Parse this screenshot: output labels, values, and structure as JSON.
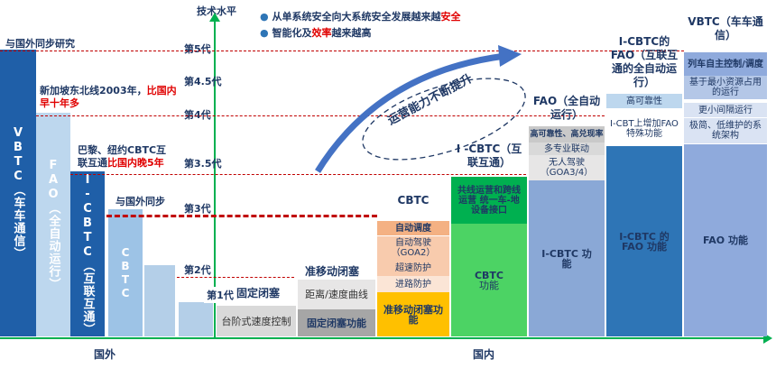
{
  "axis": {
    "y_title": "技术水平",
    "domestic": "国内",
    "foreign": "国外"
  },
  "bullets": [
    {
      "parts": [
        {
          "text": "从单系统安全向大系统安全发展越来越",
          "red": false
        },
        {
          "text": "安全",
          "red": true
        }
      ]
    },
    {
      "parts": [
        {
          "text": "智能化及",
          "red": false
        },
        {
          "text": "效率",
          "red": true
        },
        {
          "text": "越来越高",
          "red": false
        }
      ]
    }
  ],
  "tiers": [
    "第5代",
    "第4.5代",
    "第4代",
    "第3.5代",
    "第3代",
    "第2代",
    "第1代"
  ],
  "left_annotations": {
    "sync_research": "与国外同步研究",
    "singapore_prefix": "新加坡东北线2003年，",
    "singapore_red1": "比国内",
    "singapore_red2": "早十年多",
    "paris_line1": "巴黎、纽约CBTC互",
    "paris_line2_prefix": "联互通",
    "paris_line2_red": "比国内晚5年",
    "sync_foreign": "与国外同步"
  },
  "foreign_bars": {
    "vbtc": "VBTC（车车通信）",
    "fao": "FAO（全自动运行）",
    "icbtc": "I-CBTC（互联互通）",
    "cbtc": "CBTC"
  },
  "arrow_text": "运营能力不断提升",
  "columns": {
    "fixed_block": {
      "header": "固定闭塞",
      "gen_label": "第1代",
      "content": "台阶式速度控制"
    },
    "quasi_moving": {
      "header": "准移动闭塞",
      "content": "距离/速度曲线",
      "footer": "固定闭塞功能"
    },
    "cbtc": {
      "header": "CBTC",
      "items": [
        "自动调度",
        "自动驾驶（GOA2）",
        "超速防护",
        "进路防护"
      ],
      "footer": "准移动闭塞功能"
    },
    "icbtc": {
      "header": "I -CBTC（互联互通）",
      "top": "共线运营和跨线运营 统一车-地设备接口",
      "base_title": "CBTC",
      "base_sub": "功能"
    },
    "fao": {
      "header": "FAO（全自动运行）",
      "items": [
        "高可靠性、高兑现率",
        "多专业联动",
        "无人驾驶（GOA3/4）"
      ],
      "base": "I-CBTC 功能"
    },
    "icbtc_fao": {
      "header": "I-CBTC的FAO（互联互通的全自动运行）",
      "items": [
        "高可靠性",
        "I-CBT上增加FAO特殊功能"
      ],
      "base": "I-CBTC 的FAO 功能"
    },
    "vbtc": {
      "header": "VBTC（车车通信）",
      "items": [
        "列车自主控制/调度",
        "基于最小资源占用的运行",
        "更小间隔运行",
        "极简、低维护的系统架构"
      ],
      "base": "FAO 功能"
    }
  },
  "colors": {
    "dark_blue": "#1f4e9c",
    "mid_blue": "#2e75b6",
    "light_blue": "#9dc3e6",
    "green": "#00b050",
    "orange": "#f6b26b",
    "gray": "#bfbfbf",
    "red": "#c00000"
  }
}
